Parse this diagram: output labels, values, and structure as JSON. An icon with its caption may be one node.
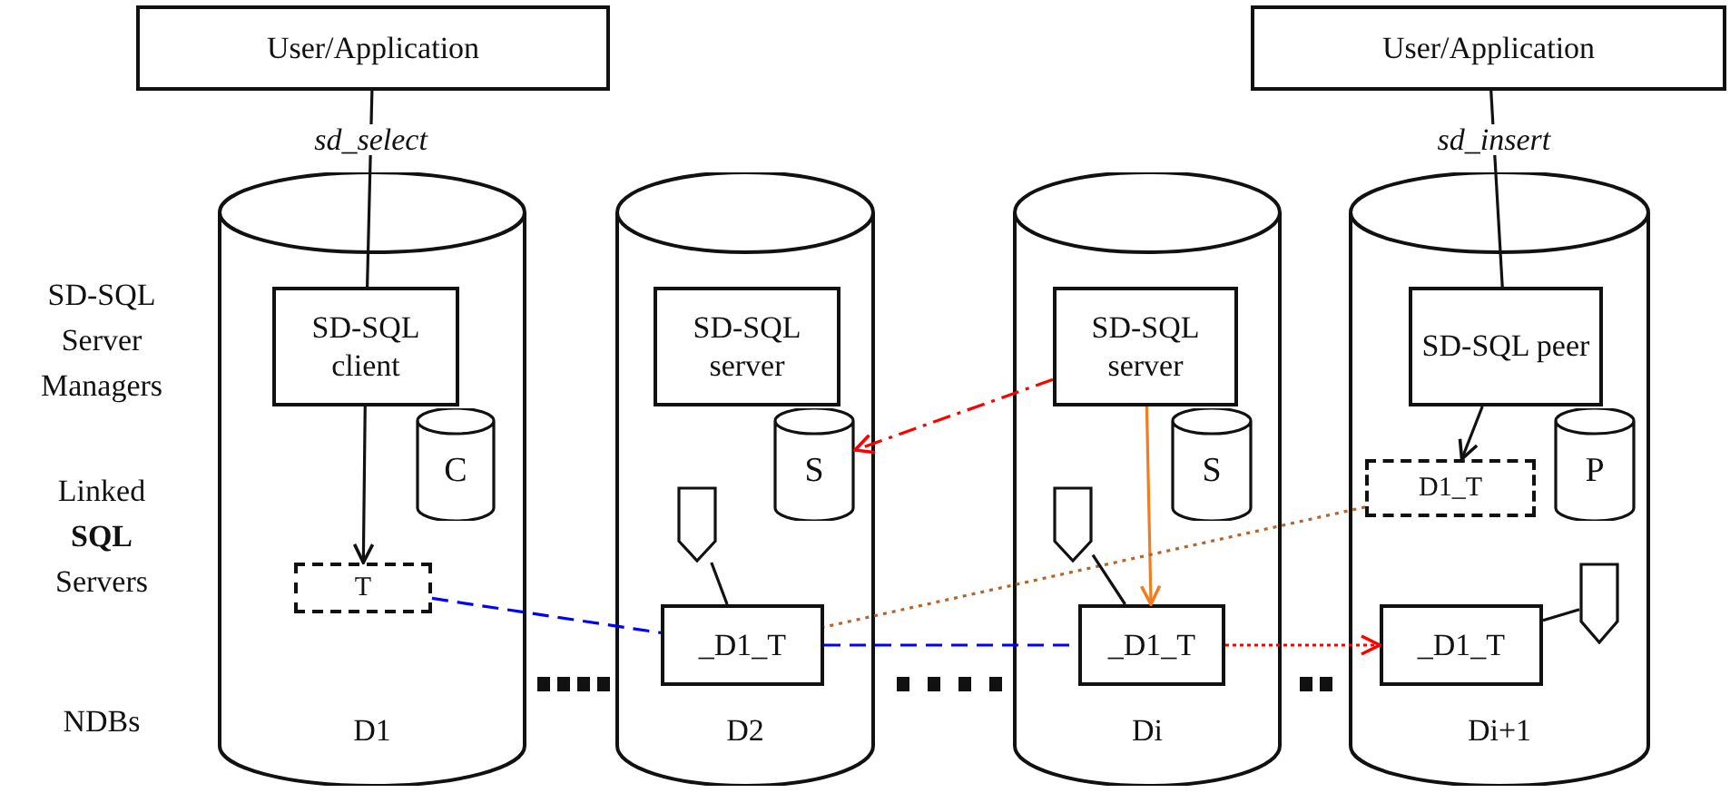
{
  "diagram": {
    "nodes": [
      {
        "text": [
          "User/Application"
        ]
      },
      {
        "text": [
          "User/Application"
        ]
      },
      {
        "text": [
          "D1"
        ]
      },
      {
        "text": [
          "SD-SQL client"
        ],
        "in": 2
      },
      {
        "text": [
          "C"
        ],
        "in": 2
      },
      {
        "text": [
          "T"
        ],
        "in": 2
      },
      {
        "text": [
          "D2"
        ]
      },
      {
        "text": [
          "SD-SQL server"
        ],
        "in": 6
      },
      {
        "text": [
          "S"
        ],
        "in": 6
      },
      {
        "text": [],
        "shape": "tag",
        "in": 6
      },
      {
        "text": [
          "_D1_T"
        ],
        "in": 6
      },
      {
        "text": [
          "Di"
        ]
      },
      {
        "text": [
          "SD-SQL server"
        ],
        "in": 11
      },
      {
        "text": [
          "S"
        ],
        "in": 11
      },
      {
        "text": [],
        "shape": "tag",
        "in": 11
      },
      {
        "text": [
          "_D1_T"
        ],
        "in": 11
      },
      {
        "text": [
          "Di+1"
        ]
      },
      {
        "text": [
          "SD-SQL peer"
        ],
        "in": 16
      },
      {
        "text": [
          "P"
        ],
        "in": 16
      },
      {
        "text": [
          "D1_T"
        ],
        "in": 16
      },
      {
        "text": [],
        "shape": "tag",
        "in": 16
      },
      {
        "text": [
          "_D1_T"
        ],
        "in": 16
      }
    ],
    "edges": [
      {
        "from": 0,
        "to": 3,
        "arrow": "none",
        "label": "sd_select"
      },
      {
        "from": 3,
        "to": 5,
        "arrow": "to"
      },
      {
        "from": 1,
        "to": 17,
        "arrow": "none",
        "label": "sd_insert"
      },
      {
        "from": 17,
        "to": 19,
        "arrow": "to"
      },
      {
        "from": 12,
        "to": 8,
        "arrow": "to",
        "style": "dashed",
        "color": "#ff0000"
      },
      {
        "from": 12,
        "to": 15,
        "arrow": "to",
        "color": "#f47c20"
      },
      {
        "from": 5,
        "to": 10,
        "arrow": "none",
        "style": "dashed",
        "color": "#0000ff"
      },
      {
        "from": 10,
        "to": 15,
        "arrow": "none",
        "style": "dashed",
        "color": "#0000ff"
      },
      {
        "from": 15,
        "to": 21,
        "arrow": "to",
        "style": "dashed",
        "color": "#ff0000"
      },
      {
        "from": 19,
        "to": 10,
        "arrow": "none",
        "style": "dashed",
        "color": "#b5652b"
      },
      {
        "from": 9,
        "to": 10,
        "arrow": "none"
      },
      {
        "from": 14,
        "to": 15,
        "arrow": "none"
      },
      {
        "from": 20,
        "to": 21,
        "arrow": "none"
      }
    ],
    "labels": [
      "SD-SQL Server Managers",
      "Linked **SQL** Servers",
      "NDBs"
    ]
  }
}
